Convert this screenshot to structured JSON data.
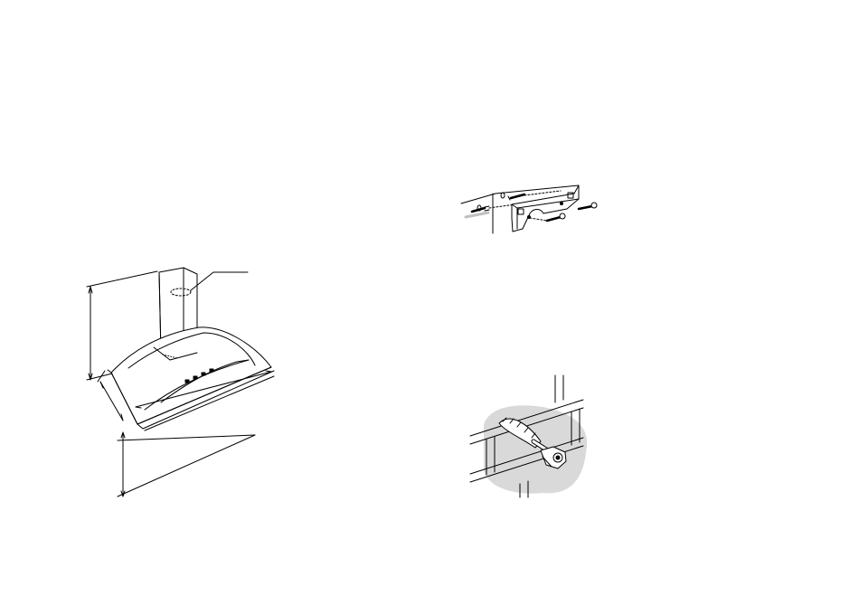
{
  "page": {
    "background": "#ffffff",
    "line_color": "#000000",
    "shade_color": "#d9d9d9"
  },
  "figures": [
    {
      "id": "hood",
      "icon": "range-hood-dimension-drawing-icon"
    },
    {
      "id": "bracket",
      "icon": "wall-bracket-screws-icon"
    },
    {
      "id": "wall",
      "icon": "wall-plug-wrench-icon"
    }
  ]
}
